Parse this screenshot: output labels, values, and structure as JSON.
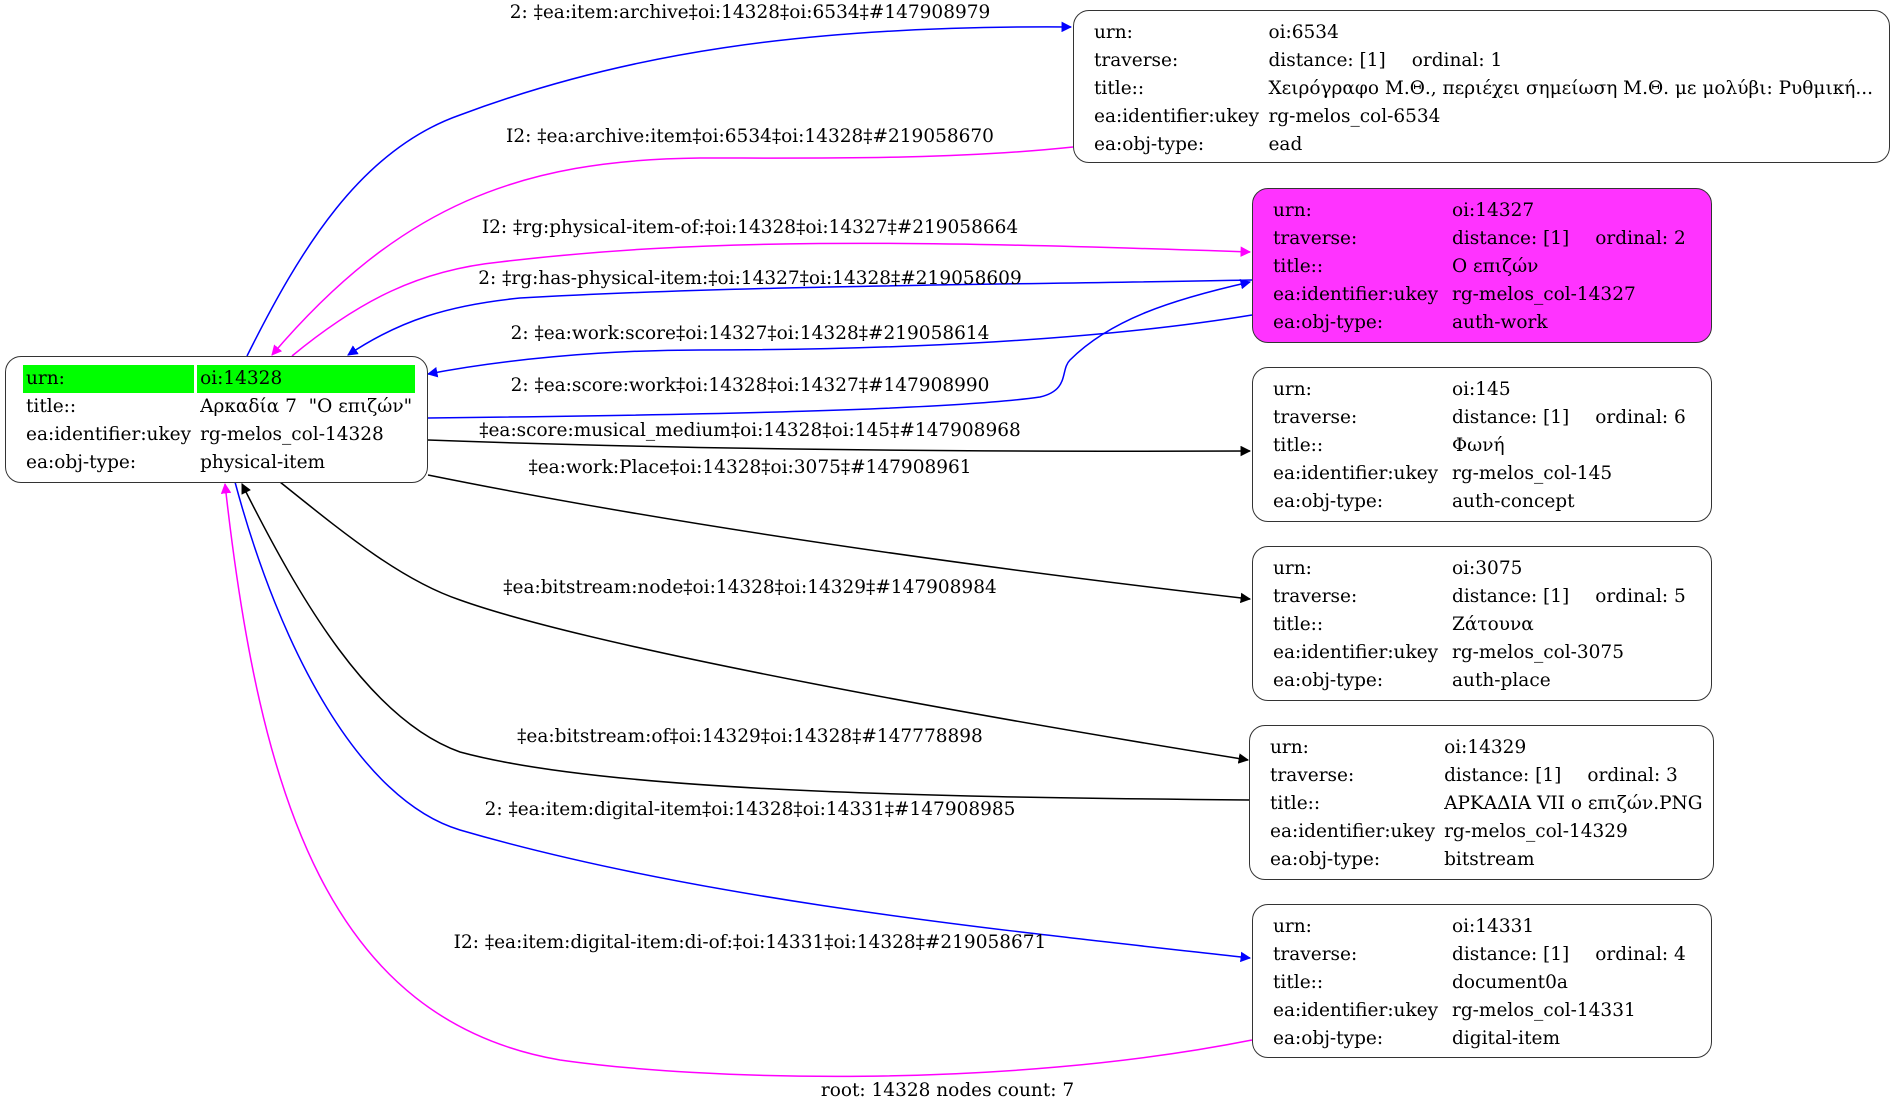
{
  "graph": {
    "footer": "root: 14328 nodes count: 7",
    "colors": {
      "root_highlight": "#00ff00",
      "work_fill": "#ff33ff",
      "edge_blue": "#0000ff",
      "edge_magenta": "#ff00ff",
      "edge_black": "#000000"
    },
    "root": {
      "id": "14328",
      "rows": [
        {
          "key": "urn:",
          "value": "oi:14328"
        },
        {
          "key": "title::",
          "value": "Αρκαδία 7  \"Ο επιζών\""
        },
        {
          "key": "ea:identifier:ukey",
          "value": "rg-melos_col-14328"
        },
        {
          "key": "ea:obj-type:",
          "value": "physical-item"
        }
      ]
    },
    "nodes": [
      {
        "id": "6534",
        "urn": "oi:6534",
        "distance": "distance: [1]",
        "ordinal": "ordinal: 1",
        "title": "Χειρόγραφο Μ.Θ., περιέχει σημείωση Μ.Θ. με μολύβι: Ρυθμική...",
        "ukey": "rg-melos_col-6534",
        "obj_type": "ead"
      },
      {
        "id": "14327",
        "urn": "oi:14327",
        "distance": "distance: [1]",
        "ordinal": "ordinal: 2",
        "title": "Ο επιζών",
        "ukey": "rg-melos_col-14327",
        "obj_type": "auth-work"
      },
      {
        "id": "145",
        "urn": "oi:145",
        "distance": "distance: [1]",
        "ordinal": "ordinal: 6",
        "title": "Φωνή",
        "ukey": "rg-melos_col-145",
        "obj_type": "auth-concept"
      },
      {
        "id": "3075",
        "urn": "oi:3075",
        "distance": "distance: [1]",
        "ordinal": "ordinal: 5",
        "title": "Ζάτουνα",
        "ukey": "rg-melos_col-3075",
        "obj_type": "auth-place"
      },
      {
        "id": "14329",
        "urn": "oi:14329",
        "distance": "distance: [1]",
        "ordinal": "ordinal: 3",
        "title": "ΑΡΚΑΔΙΑ VII ο επιζών.PNG",
        "ukey": "rg-melos_col-14329",
        "obj_type": "bitstream"
      },
      {
        "id": "14331",
        "urn": "oi:14331",
        "distance": "distance: [1]",
        "ordinal": "ordinal: 4",
        "title": "document0a",
        "ukey": "rg-melos_col-14331",
        "obj_type": "digital-item"
      }
    ],
    "row_keys": {
      "urn": "urn:",
      "traverse": "traverse:",
      "title": "title::",
      "ukey": "ea:identifier:ukey",
      "obj_type": "ea:obj-type:"
    },
    "edges": [
      {
        "label": "2: ‡ea:item:archive‡oi:14328‡oi:6534‡#147908979",
        "from": "14328",
        "to": "6534",
        "color": "blue"
      },
      {
        "label": "I2: ‡ea:archive:item‡oi:6534‡oi:14328‡#219058670",
        "from": "6534",
        "to": "14328",
        "color": "magenta"
      },
      {
        "label": "I2: ‡rg:physical-item-of:‡oi:14328‡oi:14327‡#219058664",
        "from": "14328",
        "to": "14327",
        "color": "magenta"
      },
      {
        "label": "2: ‡rg:has-physical-item:‡oi:14327‡oi:14328‡#219058609",
        "from": "14327",
        "to": "14328",
        "color": "blue"
      },
      {
        "label": "2: ‡ea:work:score‡oi:14327‡oi:14328‡#219058614",
        "from": "14327",
        "to": "14328",
        "color": "blue"
      },
      {
        "label": "2: ‡ea:score:work‡oi:14328‡oi:14327‡#147908990",
        "from": "14328",
        "to": "14327",
        "color": "blue"
      },
      {
        "label": "‡ea:score:musical_medium‡oi:14328‡oi:145‡#147908968",
        "from": "14328",
        "to": "145",
        "color": "black"
      },
      {
        "label": "‡ea:work:Place‡oi:14328‡oi:3075‡#147908961",
        "from": "14328",
        "to": "3075",
        "color": "black"
      },
      {
        "label": "‡ea:bitstream:node‡oi:14328‡oi:14329‡#147908984",
        "from": "14328",
        "to": "14329",
        "color": "black"
      },
      {
        "label": "‡ea:bitstream:of‡oi:14329‡oi:14328‡#147778898",
        "from": "14329",
        "to": "14328",
        "color": "black"
      },
      {
        "label": "2: ‡ea:item:digital-item‡oi:14328‡oi:14331‡#147908985",
        "from": "14328",
        "to": "14331",
        "color": "blue"
      },
      {
        "label": "I2: ‡ea:item:digital-item:di-of:‡oi:14331‡oi:14328‡#219058671",
        "from": "14331",
        "to": "14328",
        "color": "magenta"
      }
    ]
  }
}
